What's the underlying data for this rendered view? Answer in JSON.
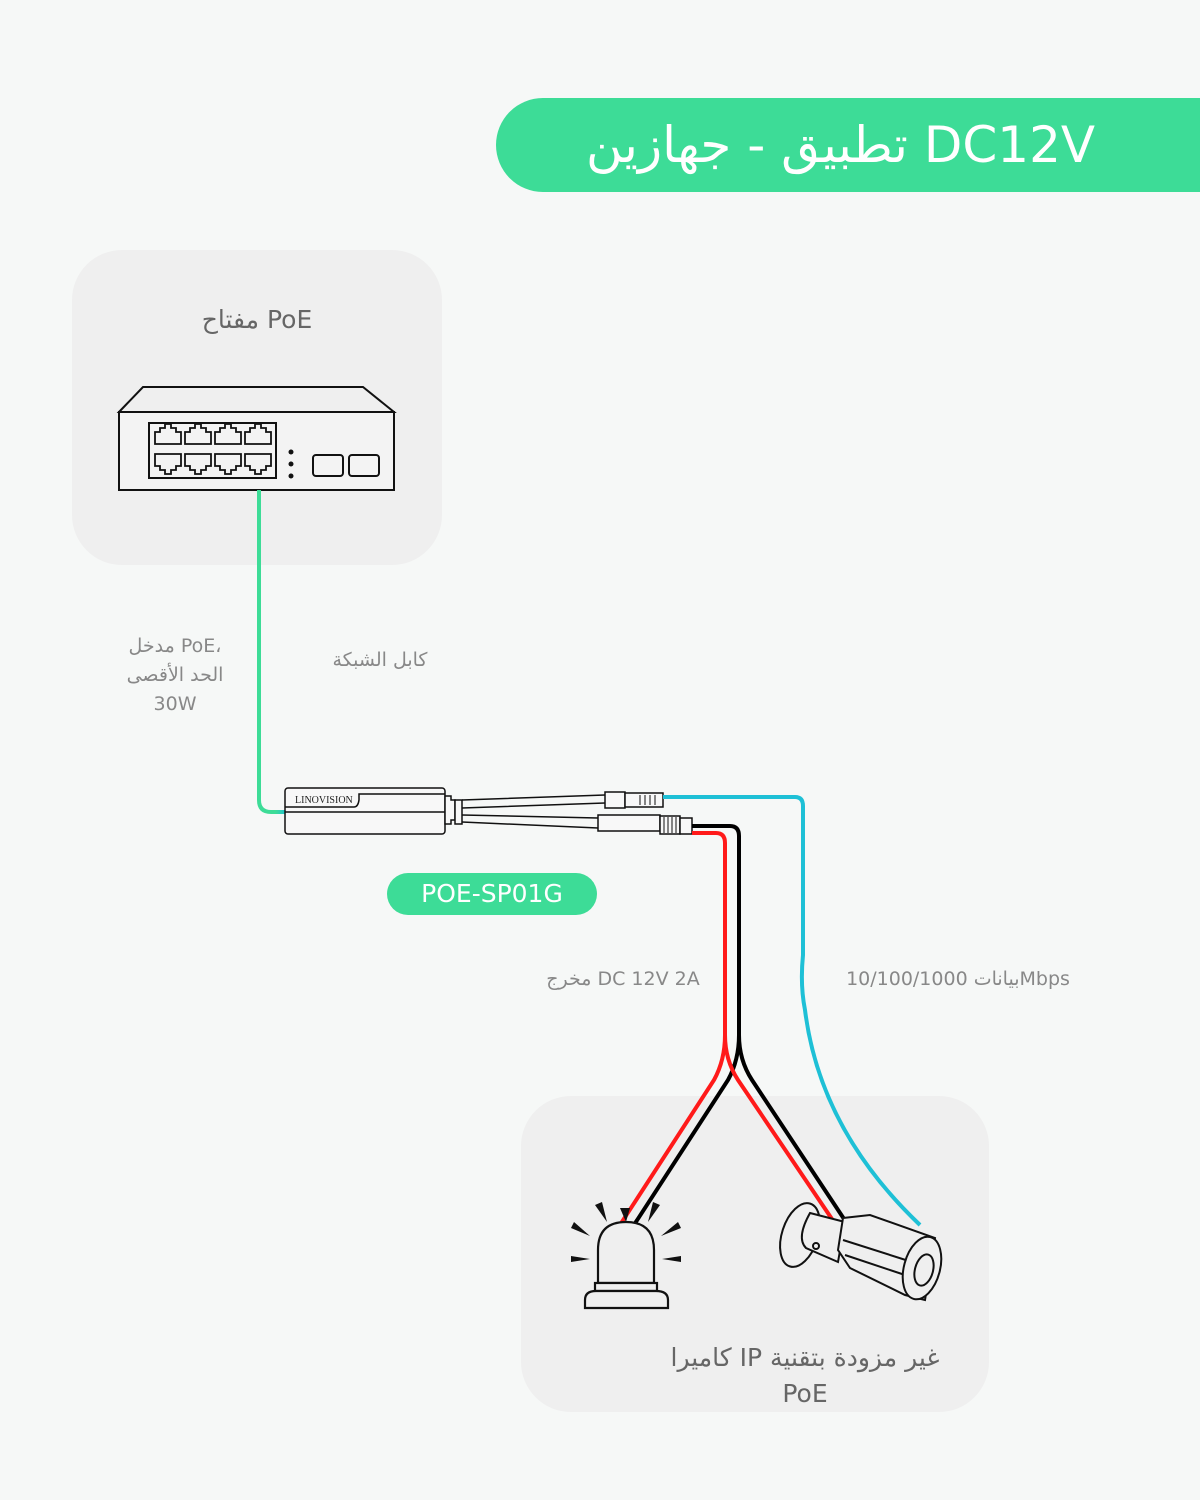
{
  "title": "تطبيق - جهازين DC12V",
  "switch_card": {
    "title": "مفتاح PoE",
    "port_count": 8,
    "sfp_count": 2
  },
  "labels": {
    "poe_input": "مدخل PoE، الحد الأقصى 30W",
    "poe_input_lines": [
      "مدخل PoE،",
      "الحد الأقصى",
      "30W"
    ],
    "network_cable": "كابل الشبكة",
    "dc_output": "مخرج DC 12V 2A",
    "data": "بيانات 10/100/1000Mbps"
  },
  "splitter": {
    "brand": "LINOVISION",
    "model": "POE-SP01G"
  },
  "devices_card": {
    "title_lines": [
      "كاميرا IP غير مزودة بتقنية",
      "PoE"
    ],
    "devices": [
      "alarm-siren",
      "bullet-camera"
    ]
  },
  "colors": {
    "accent": "#3ddc97",
    "ethernet_cable": "#1ec0d6",
    "poe_cable": "#3ddc97",
    "dc_positive": "#ff1a1a",
    "dc_negative": "#000000",
    "card_bg": "#efefef",
    "page_bg": "#f6f8f7"
  }
}
